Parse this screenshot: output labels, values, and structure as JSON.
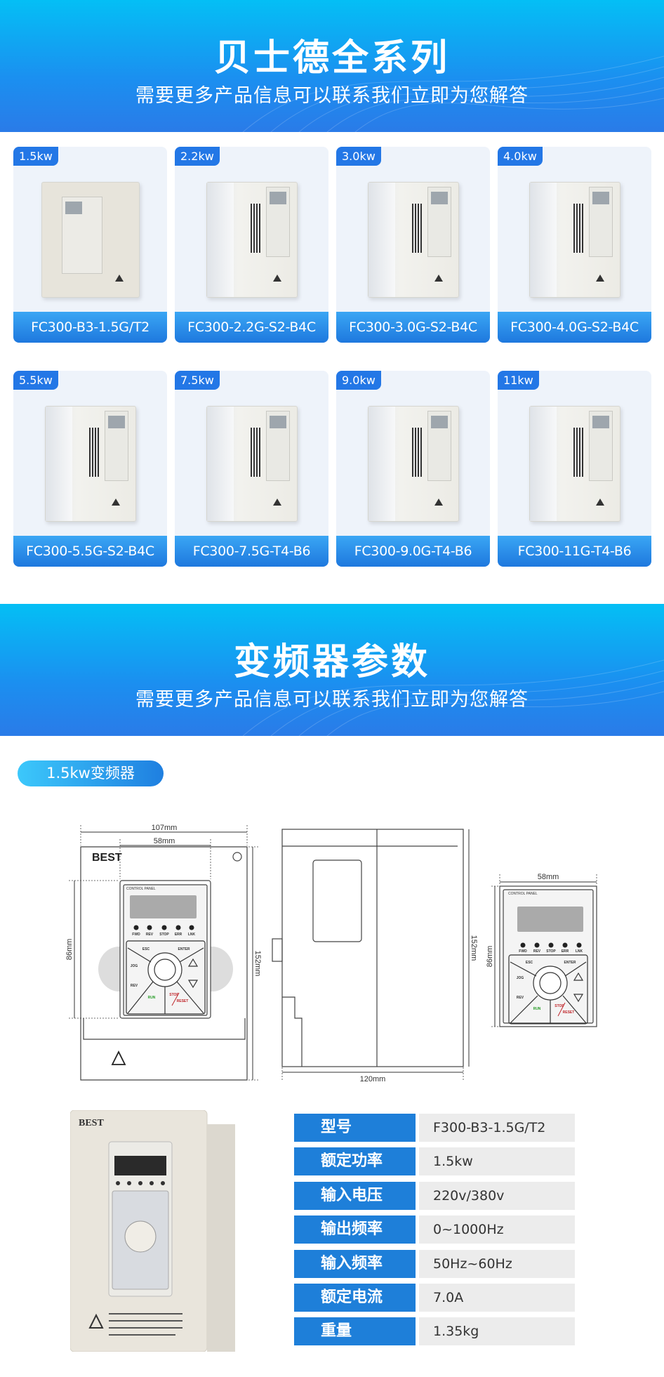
{
  "banner1": {
    "title": "贝士德全系列",
    "subtitle": "需要更多产品信息可以联系我们立即为您解答"
  },
  "products": [
    {
      "power": "1.5kw",
      "model": "FC300-B3-1.5G/T2"
    },
    {
      "power": "2.2kw",
      "model": "FC300-2.2G-S2-B4C"
    },
    {
      "power": "3.0kw",
      "model": "FC300-3.0G-S2-B4C"
    },
    {
      "power": "4.0kw",
      "model": "FC300-4.0G-S2-B4C"
    },
    {
      "power": "5.5kw",
      "model": "FC300-5.5G-S2-B4C"
    },
    {
      "power": "7.5kw",
      "model": "FC300-7.5G-T4-B6"
    },
    {
      "power": "9.0kw",
      "model": "FC300-9.0G-T4-B6"
    },
    {
      "power": "11kw",
      "model": "FC300-11G-T4-B6"
    }
  ],
  "banner2": {
    "title": "变频器参数",
    "subtitle": "需要更多产品信息可以联系我们立即为您解答"
  },
  "section_pill": "1.5kw变频器",
  "drawing": {
    "width_total": "107mm",
    "width_panel": "58mm",
    "height_panel": "86mm",
    "height_total": "152mm",
    "depth": "120mm",
    "panel_width": "58mm",
    "panel_height": "86mm",
    "brand": "BEST",
    "panel_title": "CONTROL PANEL",
    "leds": [
      "FWD",
      "REV",
      "STOP",
      "ERR",
      "LNK"
    ],
    "keys": {
      "esc": "ESC",
      "enter": "ENTER",
      "jog": "JOG",
      "rev": "REV",
      "run": "RUN",
      "stop": "STOP",
      "reset": "RESET"
    }
  },
  "specs": [
    {
      "label": "型号",
      "value": "F300-B3-1.5G/T2"
    },
    {
      "label": "额定功率",
      "value": "1.5kw"
    },
    {
      "label": "输入电压",
      "value": "220v/380v"
    },
    {
      "label": "输出频率",
      "value": "0~1000Hz"
    },
    {
      "label": "输入频率",
      "value": "50Hz~60Hz"
    },
    {
      "label": "额定电流",
      "value": "7.0A"
    },
    {
      "label": "重量",
      "value": "1.35kg"
    }
  ],
  "colors": {
    "accent": "#1e7fd9",
    "banner_top": "#04bff5",
    "banner_bottom": "#2a7be8"
  }
}
